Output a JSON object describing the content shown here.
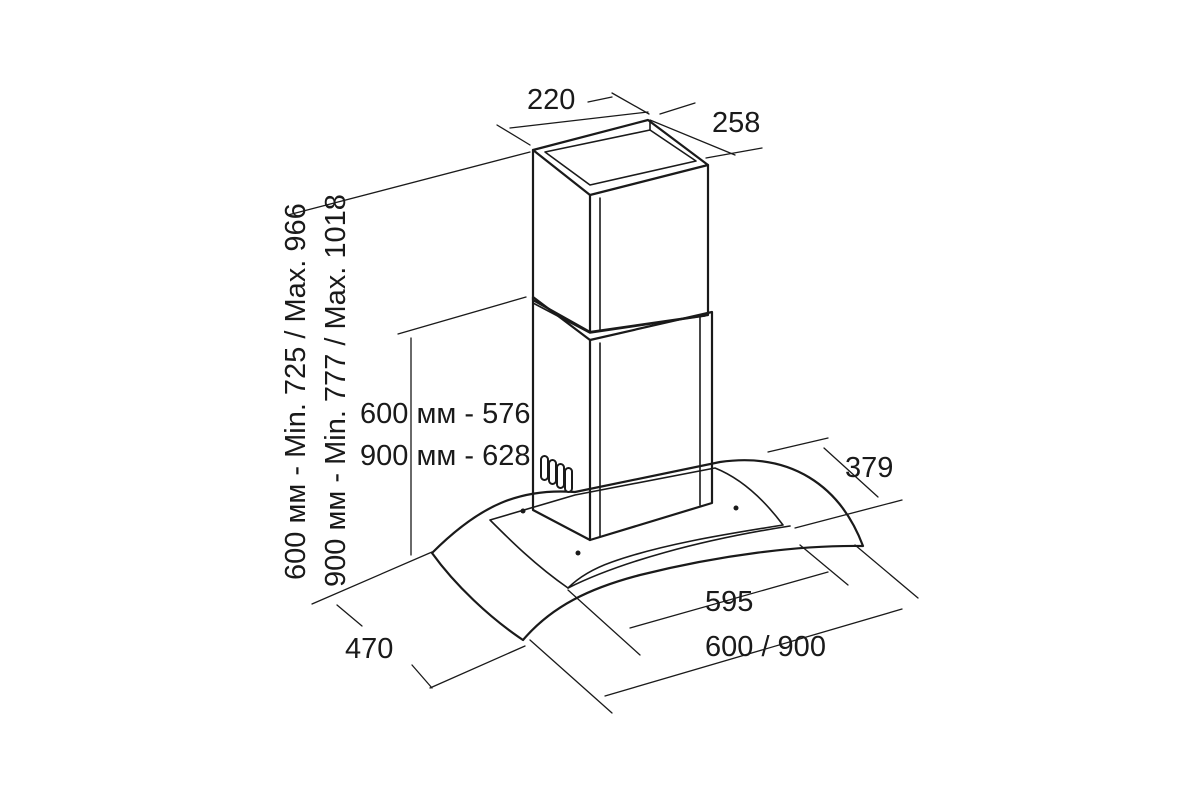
{
  "dimensions": {
    "chimney_width": "220",
    "chimney_depth": "258",
    "hood_depth_front": "379",
    "filter_width": "595",
    "hood_width": "600 / 900",
    "hood_depth": "470",
    "lower_height_600": "600 мм - 576",
    "lower_height_900": "900 мм - 628",
    "total_height_600": "600 мм - Min. 725 / Max. 966",
    "total_height_900": "900 мм - Min. 777 / Max. 1018"
  },
  "colors": {
    "line": "#1a1a1a",
    "background": "#ffffff"
  }
}
